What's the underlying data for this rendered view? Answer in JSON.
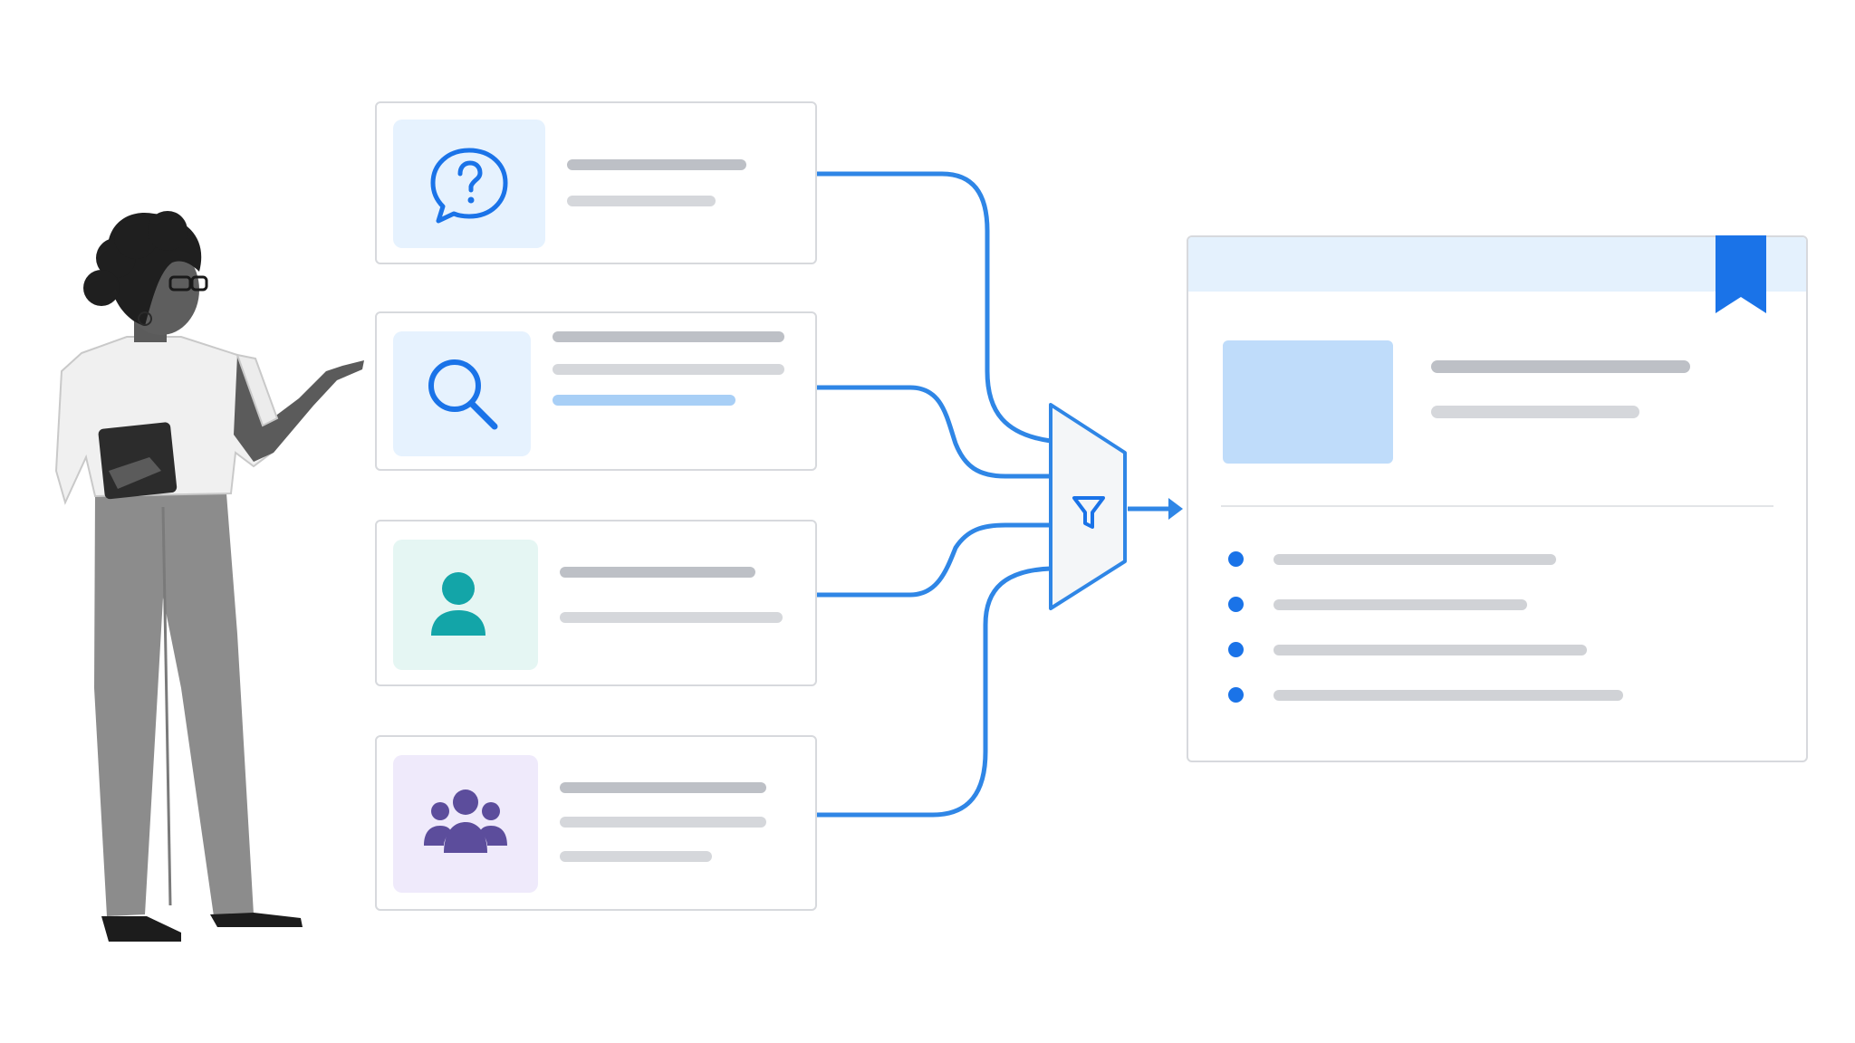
{
  "colors": {
    "accent": "#1a73e8",
    "connector": "#2f86e6",
    "line_dark": "#bdc0c6",
    "line_light": "#d5d7db",
    "line_blue": "#a8cff6",
    "tile_blue": "#e6f2fe",
    "tile_teal": "#e5f6f3",
    "tile_purple": "#efeafb",
    "icon_teal": "#13a5a8",
    "icon_purple": "#5c4d9c",
    "result_header": "#e4f1fd",
    "result_thumb": "#bfdcfa",
    "filter_fill": "#f4f6f8",
    "person_shirt": "#f1f1f1",
    "person_pants": "#8a8a8a",
    "person_skin": "#5a5a5a",
    "person_hair": "#1f1f1f"
  },
  "diagram": {
    "sources": [
      {
        "id": "questions",
        "icon": "question-bubble-icon"
      },
      {
        "id": "search",
        "icon": "magnifier-icon"
      },
      {
        "id": "profile",
        "icon": "person-icon"
      },
      {
        "id": "community",
        "icon": "group-icon"
      }
    ],
    "filter": {
      "icon": "funnel-icon"
    },
    "result": {
      "marker": "bookmark-icon",
      "bullet_count": 4
    },
    "presenter": {
      "role": "pointing-presenter"
    }
  }
}
